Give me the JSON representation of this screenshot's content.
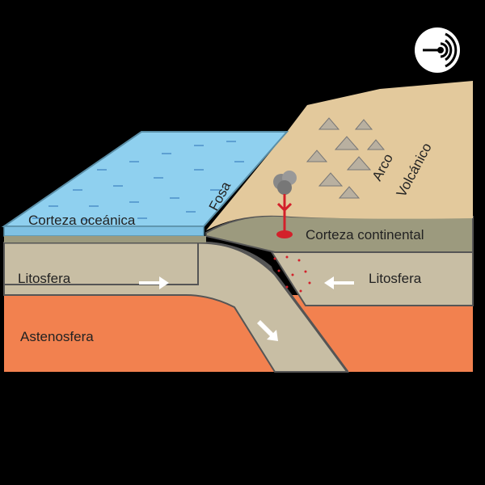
{
  "labels": {
    "ocean_crust": "Corteza oceánica",
    "trench": "Fosa",
    "volcanic_arc": "Arco Volcánico",
    "volcanic_arc_line1": "Arco",
    "volcanic_arc_line2": "Volcánico",
    "continental_crust": "Corteza continental",
    "lithosphere_left": "Litosfera",
    "lithosphere_right": "Litosfera",
    "asthenosphere": "Astenosfera"
  },
  "icons": {
    "badge": "podcast-broadcast-icon"
  },
  "colors": {
    "ocean": "#8fd0ef",
    "land": "#e3c99c",
    "continental_crust": "#9c9a7e",
    "lithosphere": "#c8bea4",
    "asthenosphere": "#f2814f",
    "magma": "#d3202a"
  }
}
